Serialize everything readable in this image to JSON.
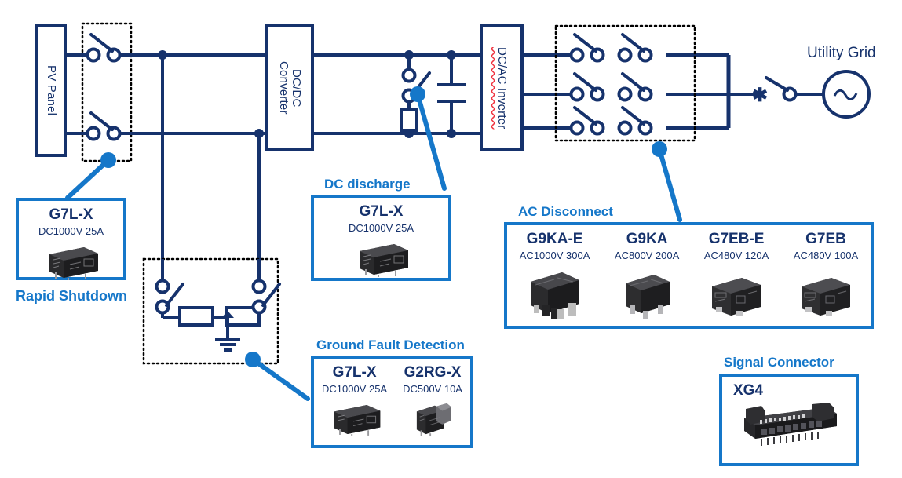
{
  "diagram": {
    "blocks": [
      {
        "name": "pv-panel",
        "label": "PV Panel"
      },
      {
        "name": "dcdc-converter",
        "label": "DC/DC\nConverter"
      },
      {
        "name": "dcac-inverter",
        "label": "DC/AC Inverter"
      }
    ],
    "grid_label": "Utility Grid"
  },
  "callouts": {
    "rapid_shutdown": {
      "caption": "Rapid  Shutdown",
      "products": [
        {
          "name": "G7L-X",
          "spec": "DC1000V 25A",
          "image": "relay-g7l-x"
        }
      ]
    },
    "dc_discharge": {
      "title": "DC discharge",
      "products": [
        {
          "name": "G7L-X",
          "spec": "DC1000V 25A",
          "image": "relay-g7l-x"
        }
      ]
    },
    "ac_disconnect": {
      "title": "AC Disconnect",
      "products": [
        {
          "name": "G9KA-E",
          "spec": "AC1000V 300A",
          "image": "relay-g9ka-e"
        },
        {
          "name": "G9KA",
          "spec": "AC800V 200A",
          "image": "relay-g9ka"
        },
        {
          "name": "G7EB-E",
          "spec": "AC480V 120A",
          "image": "relay-g7eb-e"
        },
        {
          "name": "G7EB",
          "spec": "AC480V 100A",
          "image": "relay-g7eb"
        }
      ]
    },
    "ground_fault_detection": {
      "title": "Ground Fault Detection",
      "products": [
        {
          "name": "G7L-X",
          "spec": "DC1000V 25A",
          "image": "relay-g7l-x"
        },
        {
          "name": "G2RG-X",
          "spec": "DC500V 10A",
          "image": "relay-g2rg-x"
        }
      ]
    },
    "signal_connector": {
      "title": "Signal Connector",
      "products": [
        {
          "name": "XG4",
          "spec": "",
          "image": "connector-xg4"
        }
      ]
    }
  },
  "colors": {
    "wire": "#16326c",
    "accent": "#1577c9",
    "panel_border": "#1577c9",
    "spellcheck": "#ef3340"
  }
}
